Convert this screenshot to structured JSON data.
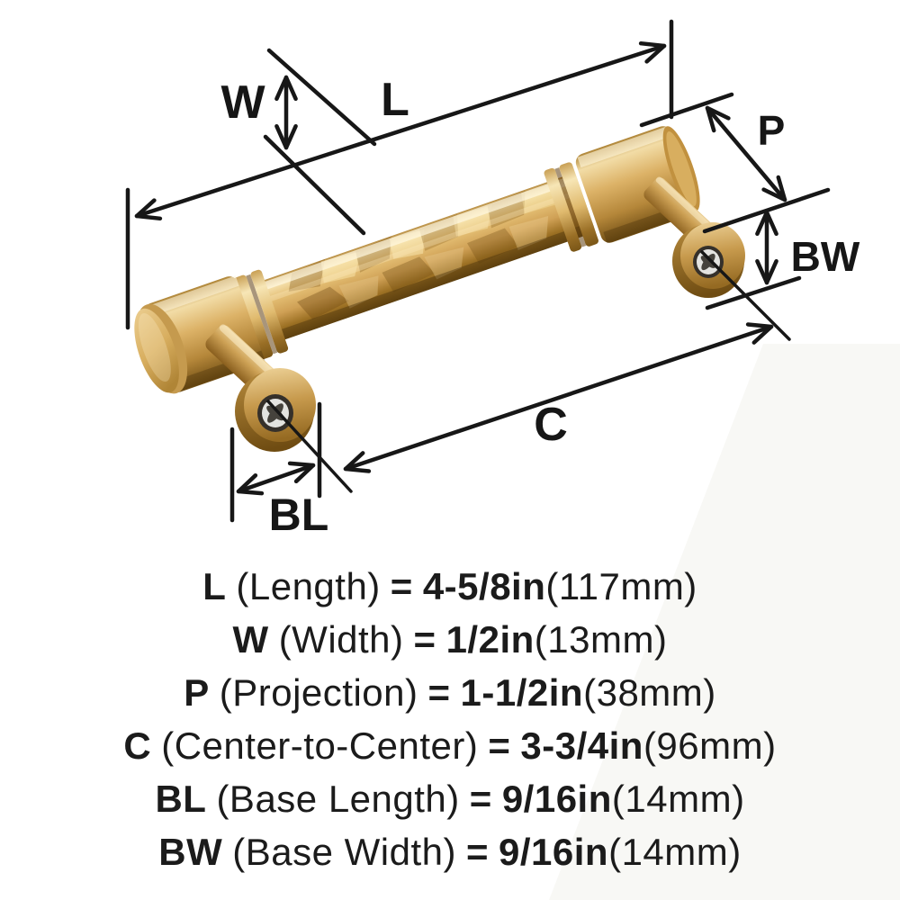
{
  "colors": {
    "background": "#ffffff",
    "line": "#171717",
    "text": "#1b1b1b",
    "brass_highlight": "#f5e0ac",
    "brass_mid": "#cfa055",
    "brass_dark": "#6e4c12",
    "screw_silver": "#e3e3e0"
  },
  "diagram": {
    "dim_labels": {
      "W": "W",
      "L": "L",
      "P": "P",
      "BW": "BW",
      "C": "C",
      "BL": "BL"
    }
  },
  "specs": [
    {
      "abbr": "L",
      "name": "(Length)",
      "equals": "=",
      "value": "4-5/8in",
      "metric": "(117mm)"
    },
    {
      "abbr": "W",
      "name": "(Width)",
      "equals": "=",
      "value": "1/2in",
      "metric": "(13mm)"
    },
    {
      "abbr": "P",
      "name": "(Projection)",
      "equals": "=",
      "value": "1-1/2in",
      "metric": "(38mm)"
    },
    {
      "abbr": "C",
      "name": "(Center-to-Center)",
      "equals": "=",
      "value": "3-3/4in",
      "metric": "(96mm)"
    },
    {
      "abbr": "BL",
      "name": "(Base Length)",
      "equals": "=",
      "value": "9/16in",
      "metric": "(14mm)"
    },
    {
      "abbr": "BW",
      "name": "(Base Width)",
      "equals": "=",
      "value": "9/16in",
      "metric": "(14mm)"
    }
  ]
}
